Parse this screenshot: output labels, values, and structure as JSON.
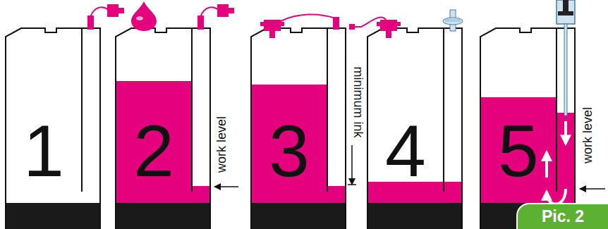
{
  "diagram": {
    "nodes": [
      {
        "text": [
          "1"
        ]
      },
      {
        "text": [
          "2"
        ]
      },
      {
        "text": [
          "3"
        ]
      },
      {
        "text": [
          "4"
        ]
      },
      {
        "text": [
          "5"
        ]
      },
      {
        "text": [
          "Pic. 2"
        ]
      }
    ],
    "labels": [
      "work level",
      "minimum ink",
      "work level"
    ]
  }
}
